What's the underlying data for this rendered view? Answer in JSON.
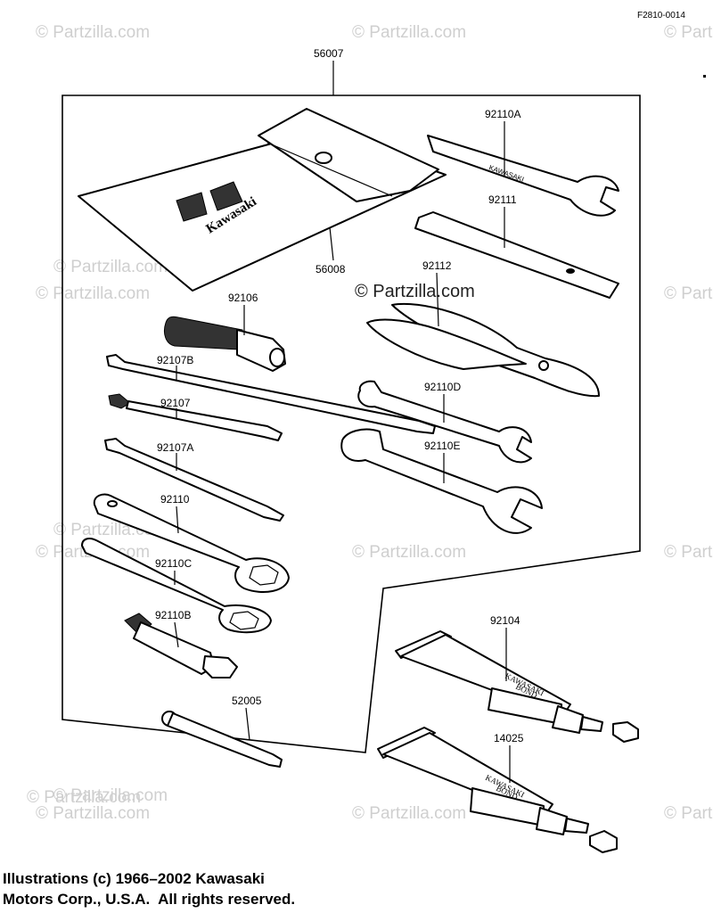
{
  "figure_ref": "F2810-0014",
  "watermark": "© Partzilla.com",
  "watermark_center": "© Partzilla.com",
  "pouch_text": "Kawasaki",
  "wrench_text": "KAWASAKI",
  "tube_text_1": "KAWASAKI",
  "tube_text_2": "BOND",
  "parts": {
    "p56007": "56007",
    "p56008": "56008",
    "p92110A": "92110A",
    "p92111": "92111",
    "p92112": "92112",
    "p92106": "92106",
    "p92107B": "92107B",
    "p92107": "92107",
    "p92107A": "92107A",
    "p92110D": "92110D",
    "p92110E": "92110E",
    "p92110": "92110",
    "p92110C": "92110C",
    "p92110B": "92110B",
    "p52005": "52005",
    "p92104": "92104",
    "p14025": "14025"
  },
  "copyright": "Illustrations (c) 1966–2002 Kawasaki\nMotors Corp., U.S.A.  All rights reserved."
}
